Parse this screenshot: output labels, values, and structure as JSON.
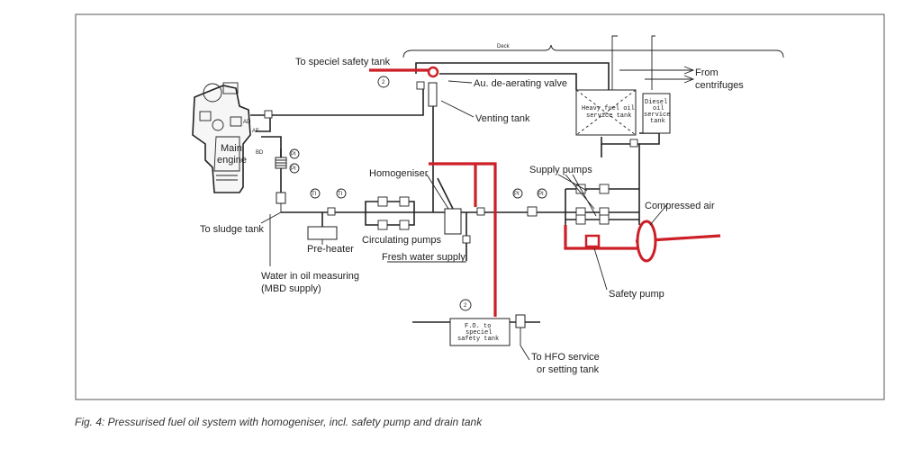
{
  "diagram": {
    "deck_label": "Deck",
    "labels": {
      "to_special_safety_tank": "To speciel safety tank",
      "de_aerating_valve": "Au. de-aerating valve",
      "venting_tank": "Venting tank",
      "from_centrifuges_1": "From",
      "from_centrifuges_2": "centrifuges",
      "main_engine_1": "Main",
      "main_engine_2": "engine",
      "homogeniser": "Homogeniser",
      "supply_pumps": "Supply pumps",
      "compressed_air": "Compressed air",
      "to_sludge_tank": "To sludge tank",
      "pre_heater": "Pre-heater",
      "circulating_pumps": "Circulating pumps",
      "fresh_water_supply": "Fresh water supply",
      "water_in_oil_1": "Water in oil measuring",
      "water_in_oil_2": "(MBD supply)",
      "safety_pump": "Safety pump",
      "to_hfo_1": "To HFO service",
      "to_hfo_2": "or setting tank"
    },
    "tanks": {
      "hfo_service_1": "Heavy fuel oil",
      "hfo_service_2": "service tank",
      "diesel_1": "Diesel",
      "diesel_2": "oil",
      "diesel_3": "service",
      "diesel_4": "tank",
      "fo_safety_1": "F.O. to",
      "fo_safety_2": "speciel",
      "fo_safety_3": "safety tank"
    },
    "instruments": {
      "pi": "PI",
      "ti": "TI",
      "ref_2": "2",
      "ad": "AD",
      "af": "AF",
      "bd": "BD"
    },
    "colors": {
      "red_line": "#cc1f26",
      "line": "#222222"
    }
  },
  "caption": "Fig. 4: Pressurised fuel oil system with homogeniser, incl. safety pump and drain tank"
}
